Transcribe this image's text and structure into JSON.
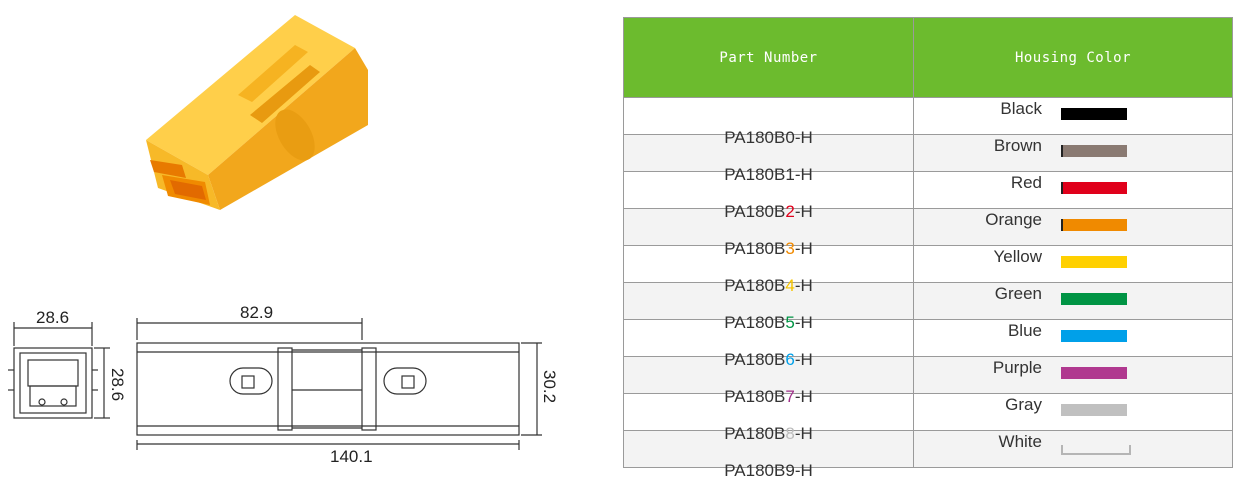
{
  "table": {
    "headers": {
      "part_number": "Part Number",
      "housing_color": "Housing Color"
    },
    "rows": [
      {
        "pn_prefix": "PA180B",
        "digit": "0",
        "pn_suffix": "-H",
        "digit_color": "#333333",
        "color_name": "Black",
        "swatch": "#000000"
      },
      {
        "pn_prefix": "PA180B",
        "digit": "1",
        "pn_suffix": "-H",
        "digit_color": "#333333",
        "color_name": "Brown",
        "swatch": "#8a7a72"
      },
      {
        "pn_prefix": "PA180B",
        "digit": "2",
        "pn_suffix": "-H",
        "digit_color": "#e0001b",
        "color_name": "Red",
        "swatch": "#e0001b"
      },
      {
        "pn_prefix": "PA180B",
        "digit": "3",
        "pn_suffix": "-H",
        "digit_color": "#f08a00",
        "color_name": "Orange",
        "swatch": "#f08a00"
      },
      {
        "pn_prefix": "PA180B",
        "digit": "4",
        "pn_suffix": "-H",
        "digit_color": "#f5c400",
        "color_name": "Yellow",
        "swatch": "#ffd000"
      },
      {
        "pn_prefix": "PA180B",
        "digit": "5",
        "pn_suffix": "-H",
        "digit_color": "#009444",
        "color_name": "Green",
        "swatch": "#009444"
      },
      {
        "pn_prefix": "PA180B",
        "digit": "6",
        "pn_suffix": "-H",
        "digit_color": "#00a0e9",
        "color_name": "Blue",
        "swatch": "#00a0e9"
      },
      {
        "pn_prefix": "PA180B",
        "digit": "7",
        "pn_suffix": "-H",
        "digit_color": "#a0308a",
        "color_name": "Purple",
        "swatch": "#b0388f"
      },
      {
        "pn_prefix": "PA180B",
        "digit": "8",
        "pn_suffix": "-H",
        "digit_color": "#bbbbbb",
        "color_name": "Gray",
        "swatch": "#c0c0c0"
      },
      {
        "pn_prefix": "PA180B",
        "digit": "9",
        "pn_suffix": "-H",
        "digit_color": "#333333",
        "color_name": "White",
        "swatch": "#ffffff"
      }
    ]
  },
  "drawing": {
    "front_width": "28.6",
    "front_height": "28.6",
    "side_half_length": "82.9",
    "side_height": "30.2",
    "side_total_length": "140.1"
  },
  "colors": {
    "header_green": "#6cbb2e",
    "housing_yellow": "#f7b928"
  }
}
